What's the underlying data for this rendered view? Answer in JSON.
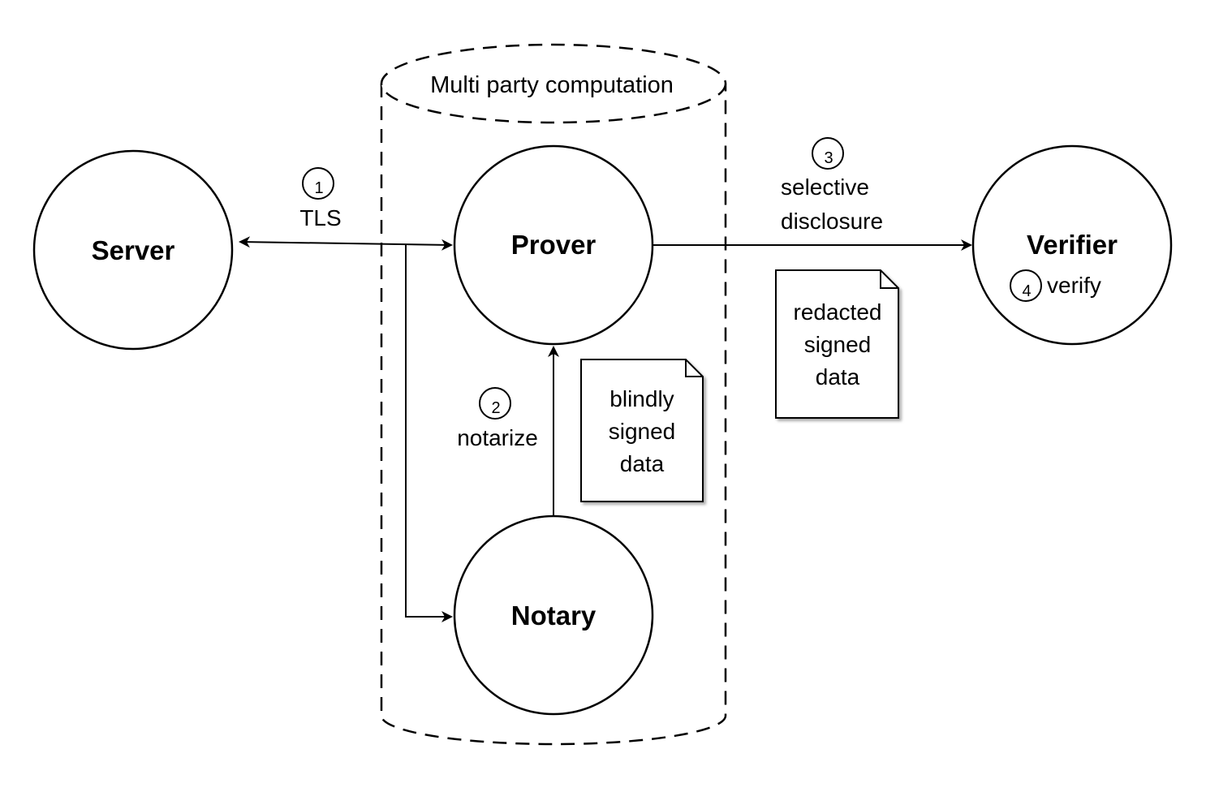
{
  "colors": {
    "stroke": "#000000",
    "background": "#ffffff",
    "doc_shadow": "#b0b0b0"
  },
  "group": {
    "label": "Multi party computation"
  },
  "nodes": {
    "server": "Server",
    "prover": "Prover",
    "notary": "Notary",
    "verifier": "Verifier"
  },
  "steps": {
    "tls": {
      "number": "1",
      "label": "TLS"
    },
    "notarize": {
      "number": "2",
      "label": "notarize"
    },
    "disclosure": {
      "number": "3",
      "label_line1": "selective",
      "label_line2": "disclosure"
    },
    "verify": {
      "number": "4",
      "label": "verify"
    }
  },
  "documents": {
    "blind": {
      "line1": "blindly",
      "line2": "signed",
      "line3": "data"
    },
    "redacted": {
      "line1": "redacted",
      "line2": "signed",
      "line3": "data"
    }
  }
}
